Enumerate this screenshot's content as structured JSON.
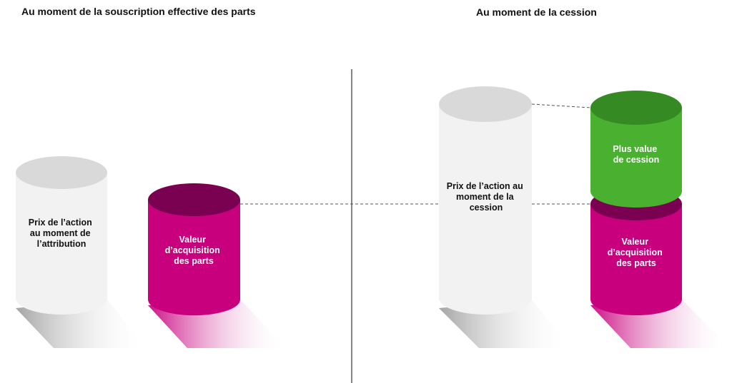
{
  "titles": {
    "left": "Au moment de la souscription effective des parts",
    "right": "Au moment de la cession"
  },
  "colors": {
    "grey_body": "#f2f2f2",
    "grey_top": "#d9d9d9",
    "magenta_body": "#c8007e",
    "magenta_top": "#7a0052",
    "green_body": "#49b030",
    "green_top": "#358a24",
    "dashed_line": "#555555",
    "divider": "#333333",
    "label_dark": "#111111",
    "label_light": "#ffffff"
  },
  "cylinders": {
    "left_price": {
      "label": [
        "Prix de l’action",
        "au moment de",
        "l’attribution"
      ]
    },
    "left_acquisition": {
      "label": [
        "Valeur",
        "d’acquisition",
        "des parts"
      ]
    },
    "right_price": {
      "label": [
        "Prix de l’action au",
        "moment de la",
        "cession"
      ]
    },
    "right_gain": {
      "label": [
        "Plus value",
        "de cession"
      ]
    },
    "right_acquisition": {
      "label": [
        "Valeur",
        "d’acquisition",
        "des parts"
      ]
    }
  }
}
